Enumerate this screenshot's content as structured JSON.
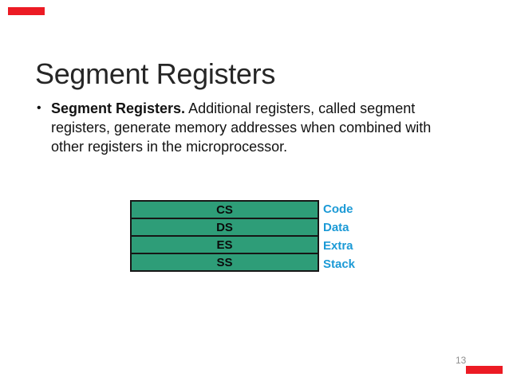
{
  "slide": {
    "title": "Segment Registers",
    "page_number": "13",
    "bullet": {
      "marker": "•",
      "bold_text": "Segment Registers.",
      "body_text": " Additional registers, called segment registers, generate memory addresses when combined with other registers in the microprocessor."
    },
    "register_table": {
      "rows": [
        {
          "register": "CS",
          "label": "Code"
        },
        {
          "register": "DS",
          "label": "Data"
        },
        {
          "register": "ES",
          "label": "Extra"
        },
        {
          "register": "SS",
          "label": "Stack"
        }
      ]
    },
    "colors": {
      "accent_red": "#EC1B24",
      "box_green": "#2E9D78",
      "label_blue": "#1C9AD6",
      "title_gray": "#262626",
      "body_text": "#121212",
      "page_number_gray": "#8F8F8F",
      "table_border": "#161616"
    }
  }
}
